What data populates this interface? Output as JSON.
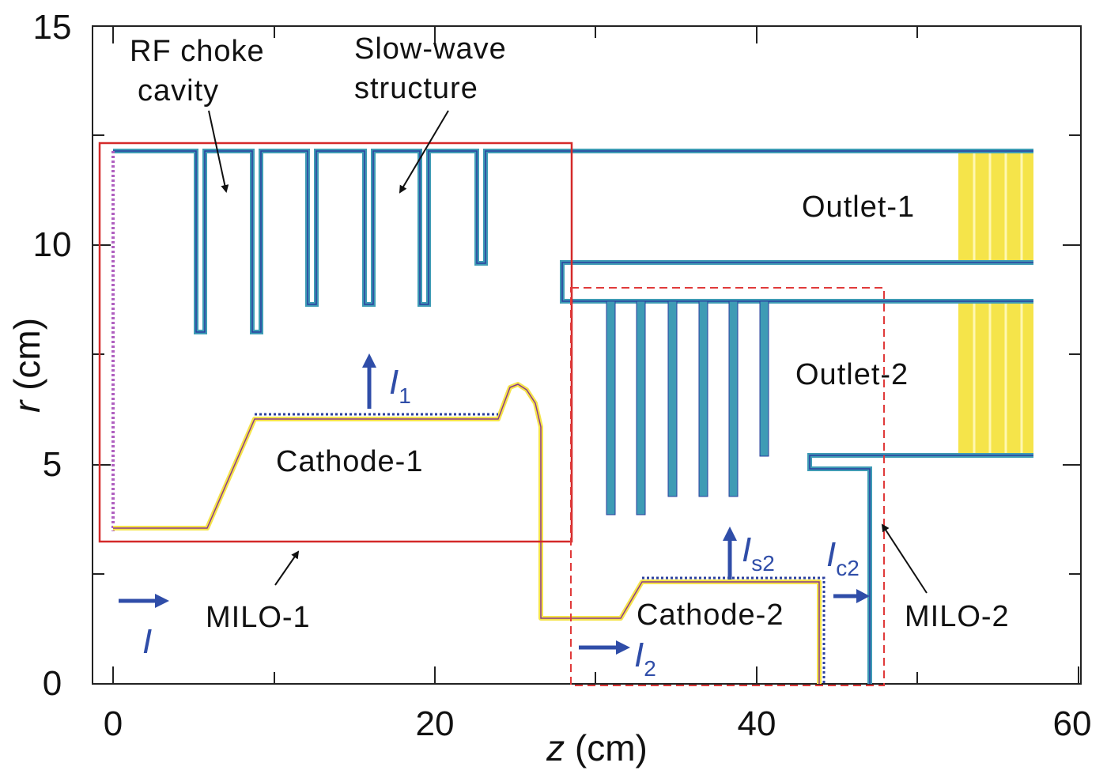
{
  "axes": {
    "x_title_var": "z",
    "x_title_unit": " (cm)",
    "y_title_var": "r",
    "y_title_unit": " (cm)",
    "x_ticks": [
      "0",
      "20",
      "40",
      "60"
    ],
    "y_ticks": [
      "0",
      "5",
      "10",
      "15"
    ]
  },
  "labels": {
    "rf_choke_line1": "RF choke",
    "rf_choke_line2": "cavity",
    "sws_line1": "Slow-wave",
    "sws_line2": "structure",
    "outlet1": "Outlet-1",
    "outlet2": "Outlet-2",
    "cathode1": "Cathode-1",
    "cathode2": "Cathode-2",
    "milo1": "MILO-1",
    "milo2": "MILO-2"
  },
  "currents": {
    "i_main": {
      "symbol": "I",
      "sub": ""
    },
    "i1": {
      "symbol": "I",
      "sub": "1"
    },
    "i2": {
      "symbol": "I",
      "sub": "2"
    },
    "is2": {
      "symbol": "I",
      "sub": "s2"
    },
    "ic2": {
      "symbol": "I",
      "sub": "c2"
    }
  },
  "colors": {
    "conductor": "#3e9bb5",
    "conductor_edge": "#2a3f9e",
    "yellow": "#f5e44a",
    "milo1_box": "#d42a2a",
    "milo2_box": "#e03a3a",
    "arrow_blue": "#2f4da8"
  }
}
